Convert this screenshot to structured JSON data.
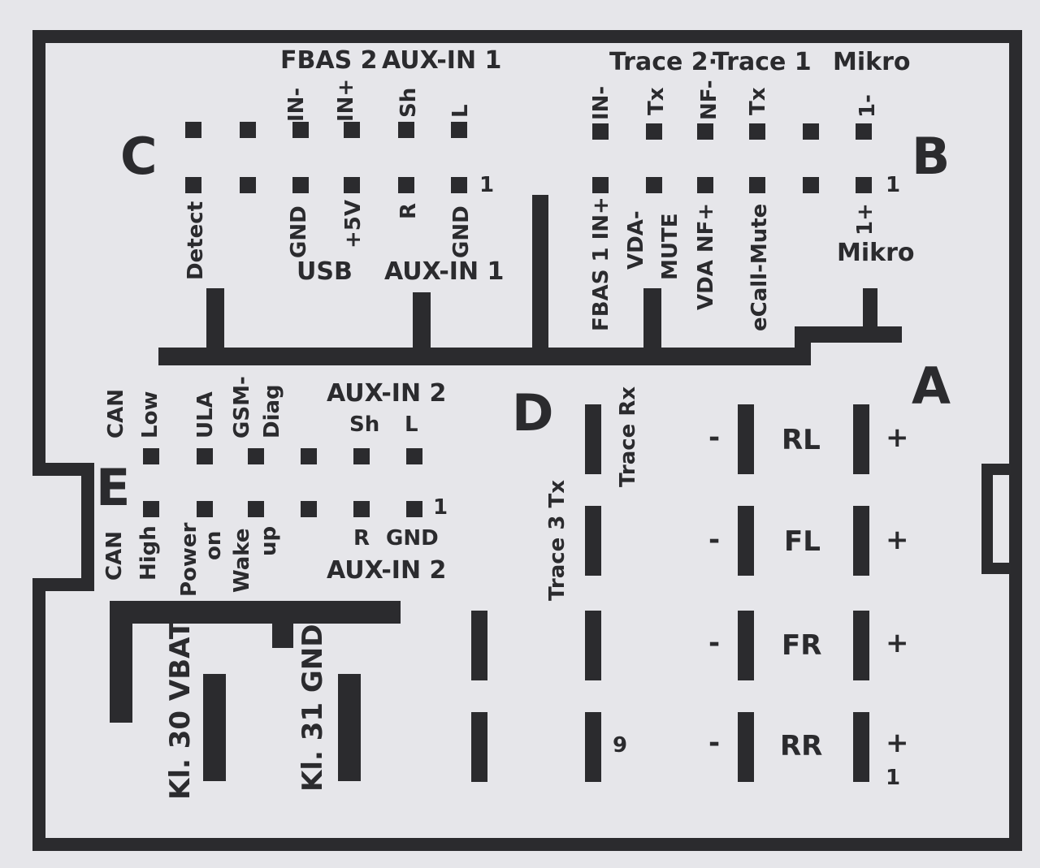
{
  "connector": {
    "C": {
      "letter": "C",
      "top_labels": [
        "IN-",
        "IN+",
        "Sh",
        "L"
      ],
      "bottom_labels": [
        "Detect",
        "GND",
        "+5V",
        "R",
        "GND"
      ],
      "pin_1": "1",
      "group_top_fbas": "FBAS 2",
      "group_top_aux": "AUX-IN 1",
      "group_usb": "USB",
      "group_aux": "AUX-IN 1"
    },
    "B": {
      "letter": "B",
      "top_labels": [
        "IN-",
        "Tx",
        "NF-",
        "Tx",
        "1-"
      ],
      "bottom_labels": [
        "FBAS 1 IN+",
        "VDA-",
        "MUTE",
        "VDA NF+",
        "eCall-Mute",
        "1+"
      ],
      "pin_1": "1",
      "group_trace2": "Trace 2·",
      "group_trace1": "Trace 1",
      "group_mikro_top": "Mikro",
      "group_mikro_bottom": "Mikro"
    },
    "A": {
      "letter": "A",
      "pin_1": "1"
    },
    "D": {
      "letter": "D",
      "trace_rx": "Trace Rx",
      "trace_tx": "Trace 3 Tx",
      "pin_9": "9"
    },
    "E": {
      "letter": "E",
      "top_group": "AUX-IN 2",
      "top_labels": [
        "CAN",
        "Low",
        "ULA",
        "GSM-",
        "Diag",
        "Sh",
        "L"
      ],
      "bottom_labels": [
        "CAN",
        "High",
        "Power",
        "on",
        "Wake",
        "up",
        "R",
        "GND"
      ],
      "bottom_group": "AUX-IN 2",
      "pin_1": "1"
    },
    "power": {
      "kl30": "Kl. 30 VBAT",
      "kl31": "Kl. 31 GND"
    },
    "speakers": [
      {
        "name": "RL",
        "minus": "-",
        "plus": "+"
      },
      {
        "name": "FL",
        "minus": "-",
        "plus": "+"
      },
      {
        "name": "FR",
        "minus": "-",
        "plus": "+"
      },
      {
        "name": "RR",
        "minus": "-",
        "plus": "+"
      }
    ]
  }
}
